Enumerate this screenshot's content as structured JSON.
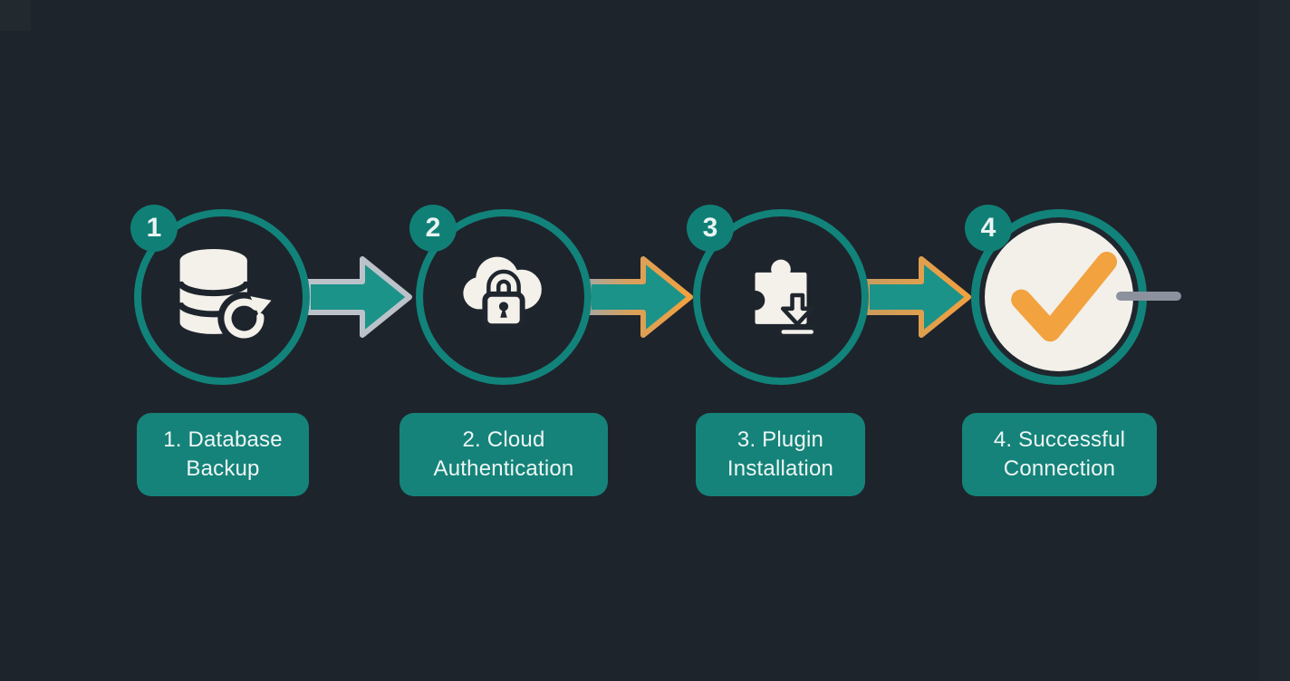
{
  "steps": [
    {
      "number": "1",
      "label": "1. Database Backup",
      "icon": "database-refresh-icon"
    },
    {
      "number": "2",
      "label": "2. Cloud Authentication",
      "icon": "cloud-lock-icon"
    },
    {
      "number": "3",
      "label": "3. Plugin Installation",
      "icon": "puzzle-download-icon"
    },
    {
      "number": "4",
      "label": "4. Successful Connection",
      "icon": "check-icon"
    }
  ],
  "connectors": [
    {
      "type": "arrow",
      "fill": "#1b9389",
      "outline": "#bcc2ca"
    },
    {
      "type": "arrow",
      "fill": "#1b9389",
      "outline": "#f2a13f"
    },
    {
      "type": "arrow",
      "fill": "#1b9389",
      "outline": "#f2a13f"
    },
    {
      "type": "dash",
      "color": "#8b919d"
    }
  ],
  "colors": {
    "background": "#1e242c",
    "teal": "#11837a",
    "teal_arrow_fill": "#1b9389",
    "label_teal": "#15837a",
    "orange": "#f2a23e",
    "cream": "#f2f0e9",
    "silver": "#bcc2ca",
    "gray_dash": "#8b919d",
    "text": "#eef6f4"
  }
}
